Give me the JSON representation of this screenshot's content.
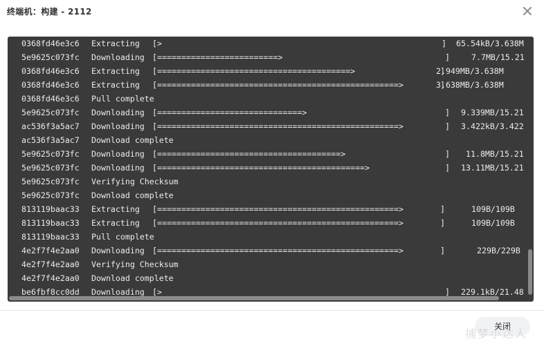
{
  "dialog": {
    "title": "终端机：构建 - 2112",
    "close_button_label": "关闭",
    "watermark": "捕梦小达人"
  },
  "log": [
    {
      "id": "0368fd46e3c6",
      "action": "Extracting",
      "bar": "[>",
      "end": "]",
      "size": "65.54kB/3.638M"
    },
    {
      "id": "5e9625c073fc",
      "action": "Downloading",
      "bar": "[=========================>",
      "end": "]",
      "size": "7.7MB/15.21"
    },
    {
      "id": "0368fd46e3c6",
      "action": "Extracting",
      "bar": "[========================================>",
      "end": "]",
      "size": "2.949MB/3.638M"
    },
    {
      "id": "0368fd46e3c6",
      "action": "Extracting",
      "bar": "[==================================================>",
      "end": "]",
      "size": "3.638MB/3.638M"
    },
    {
      "id": "0368fd46e3c6",
      "action": "Pull complete",
      "bar": "",
      "end": "",
      "size": ""
    },
    {
      "id": "5e9625c073fc",
      "action": "Downloading",
      "bar": "[==============================>",
      "end": "]",
      "size": "9.339MB/15.21"
    },
    {
      "id": "ac536f3a5ac7",
      "action": "Downloading",
      "bar": "[==================================================>",
      "end": "]",
      "size": "3.422kB/3.422"
    },
    {
      "id": "ac536f3a5ac7",
      "action": "Download complete",
      "bar": "",
      "end": "",
      "size": ""
    },
    {
      "id": "5e9625c073fc",
      "action": "Downloading",
      "bar": "[======================================>",
      "end": "]",
      "size": "11.8MB/15.21"
    },
    {
      "id": "5e9625c073fc",
      "action": "Downloading",
      "bar": "[===========================================>",
      "end": "]",
      "size": "13.11MB/15.21"
    },
    {
      "id": "5e9625c073fc",
      "action": "Verifying Checksum",
      "bar": "",
      "end": "",
      "size": ""
    },
    {
      "id": "5e9625c073fc",
      "action": "Download complete",
      "bar": "",
      "end": "",
      "size": ""
    },
    {
      "id": "813119baac33",
      "action": "Extracting",
      "bar": "[==================================================>",
      "end": "]",
      "size": "109B/109B"
    },
    {
      "id": "813119baac33",
      "action": "Extracting",
      "bar": "[==================================================>",
      "end": "]",
      "size": "109B/109B"
    },
    {
      "id": "813119baac33",
      "action": "Pull complete",
      "bar": "",
      "end": "",
      "size": ""
    },
    {
      "id": "4e2f7f4e2aa0",
      "action": "Downloading",
      "bar": "[==================================================>",
      "end": "]",
      "size": "229B/229B"
    },
    {
      "id": "4e2f7f4e2aa0",
      "action": "Verifying Checksum",
      "bar": "",
      "end": "",
      "size": ""
    },
    {
      "id": "4e2f7f4e2aa0",
      "action": "Download complete",
      "bar": "",
      "end": "",
      "size": ""
    },
    {
      "id": "be6fbf8cc0dd",
      "action": "Downloading",
      "bar": "[>",
      "end": "]",
      "size": "229.1kB/21.48"
    }
  ]
}
